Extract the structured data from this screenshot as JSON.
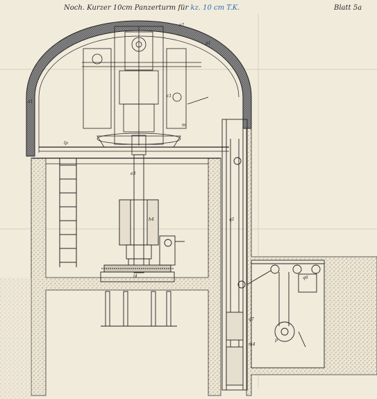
{
  "sheet": {
    "title_main": "Noch. Kurzer 10cm Panzerturm  für",
    "title_highlight": "kz. 10 cm T.K.",
    "page_label": "Blatt 5a"
  },
  "labels": [
    "e2",
    "p1",
    "a1",
    "c1",
    "m",
    "lp",
    "e3",
    "h4",
    "q1",
    "l4",
    "q7",
    "m4",
    "q6",
    "p"
  ]
}
